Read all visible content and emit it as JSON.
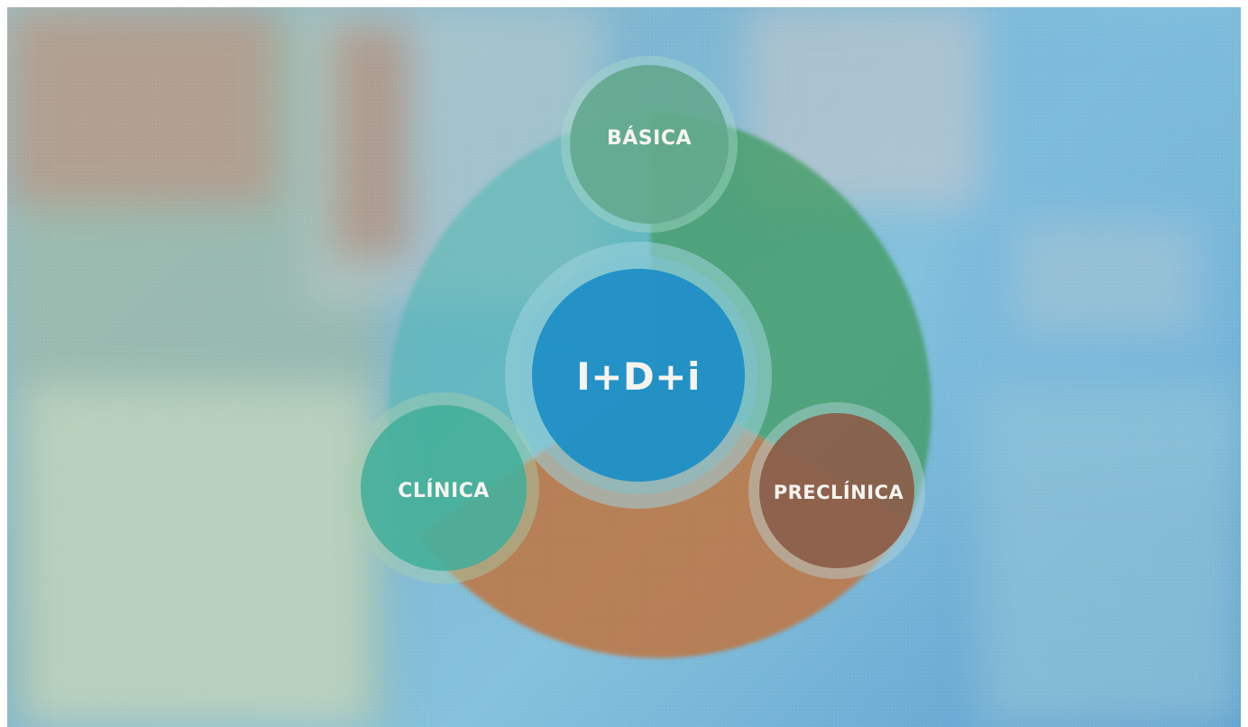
{
  "diagram": {
    "center_label": "I+D+i",
    "nodes": [
      {
        "id": "basica",
        "label": "BÁSICA",
        "color": "#5fa68a"
      },
      {
        "id": "clinica",
        "label": "CLÍNICA",
        "color": "#3fae9a"
      },
      {
        "id": "preclinica",
        "label": "PRECLÍNICA",
        "color": "#8a5a45"
      }
    ],
    "colors": {
      "center": "#1f8fc6",
      "green_segment": "#3e9a5d",
      "orange_segment": "#c0743f",
      "teal_segment": "#4fb7b0",
      "ring": "#9fd3df"
    }
  }
}
